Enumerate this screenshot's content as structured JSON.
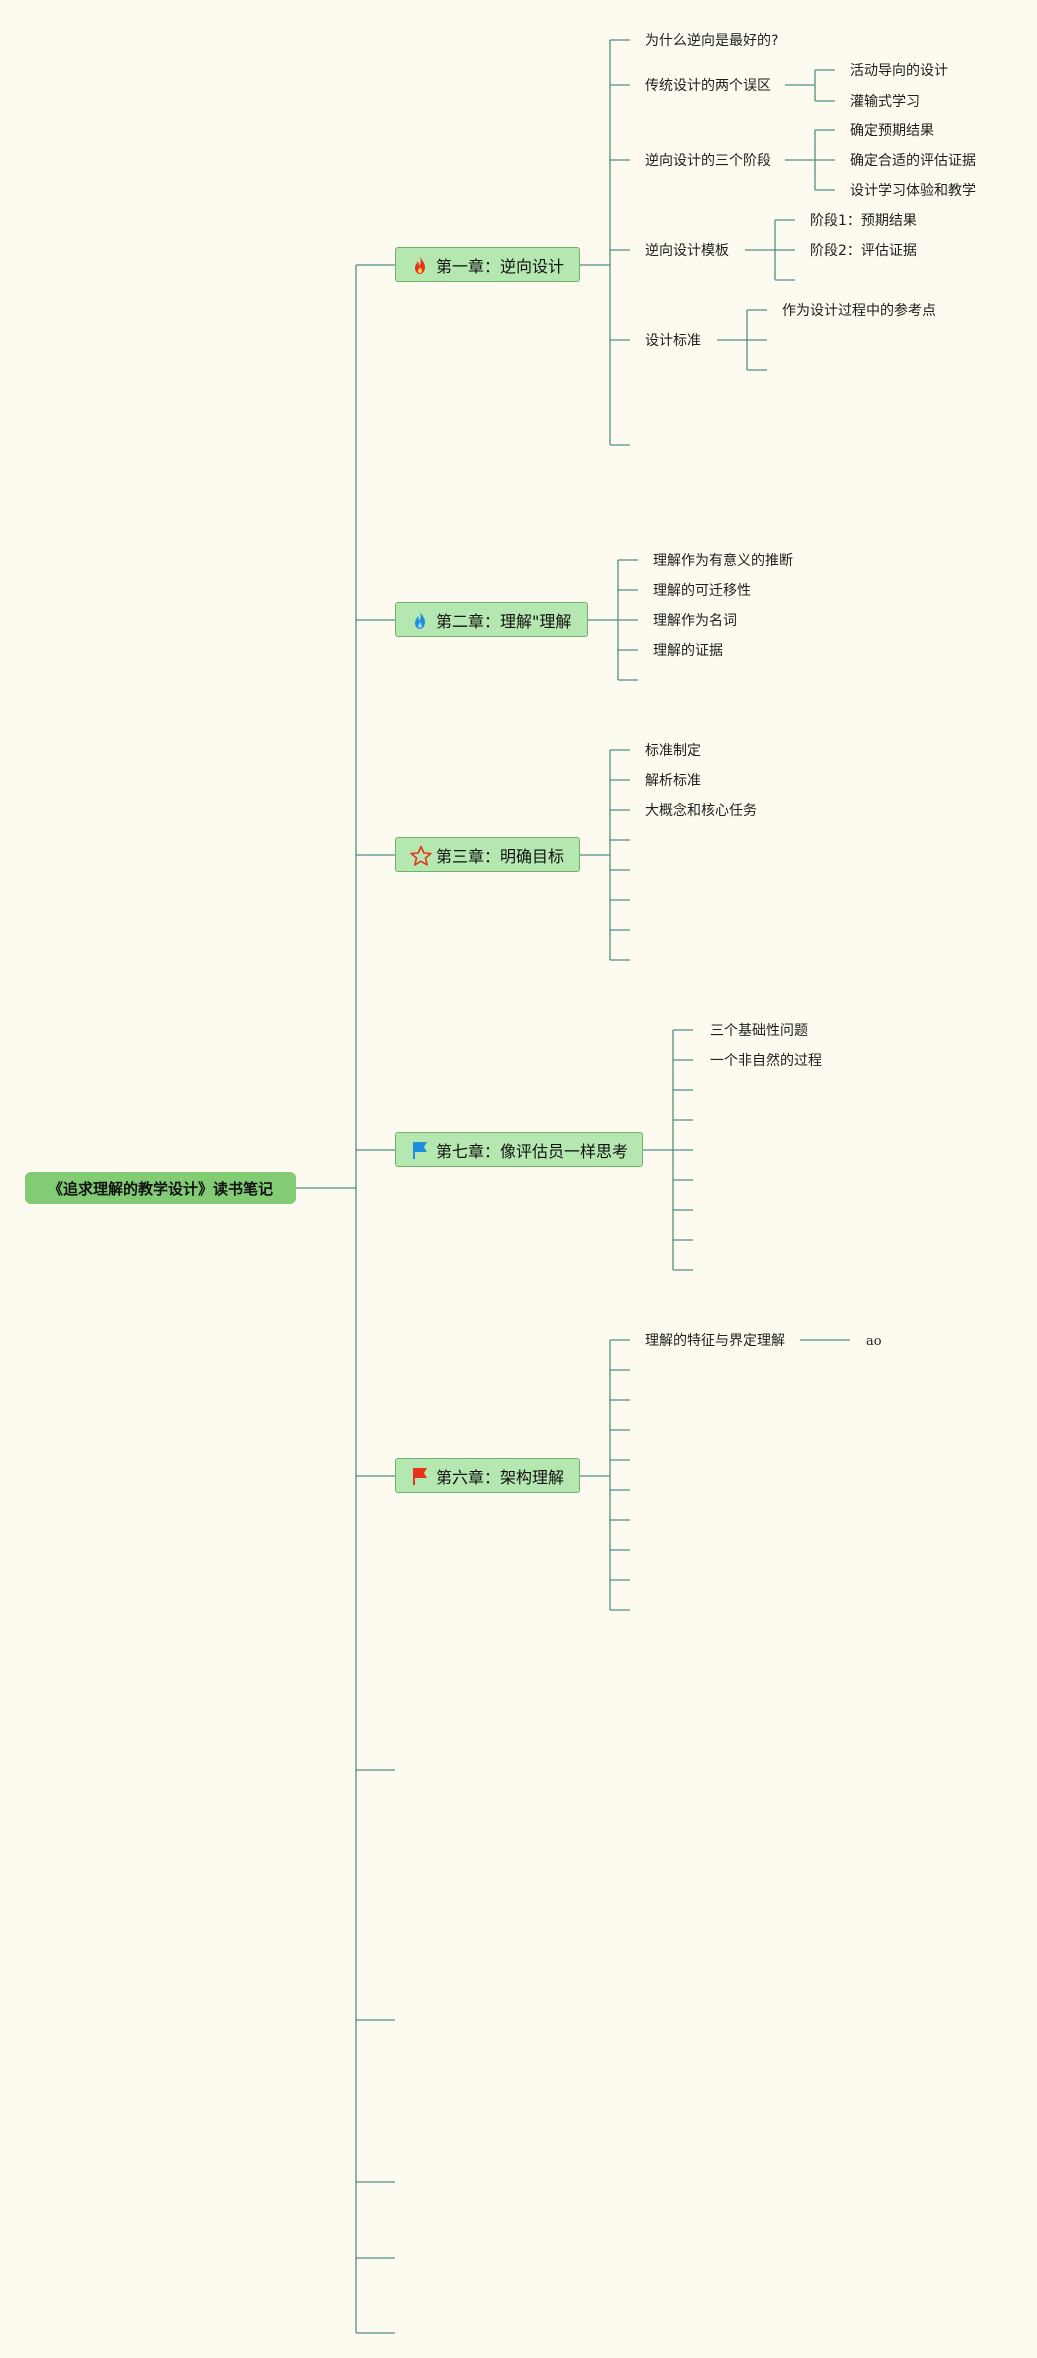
{
  "root": {
    "title": "《追求理解的教学设计》读书笔记"
  },
  "chapters": [
    {
      "title": "第一章：逆向设计",
      "icon": "fire-icon",
      "icon_color": "#e8331a",
      "children": [
        {
          "label": "为什么逆向是最好的?"
        },
        {
          "label": "传统设计的两个误区",
          "children": [
            "活动导向的设计",
            "灌输式学习"
          ]
        },
        {
          "label": "逆向设计的三个阶段",
          "children": [
            "确定预期结果",
            "确定合适的评估证据",
            "设计学习体验和教学"
          ]
        },
        {
          "label": "逆向设计模板",
          "children": [
            "阶段1：预期结果",
            "阶段2：评估证据",
            ""
          ]
        },
        {
          "label": "设计标准",
          "children": [
            "作为设计过程中的参考点",
            "",
            ""
          ]
        },
        {
          "label": ""
        }
      ]
    },
    {
      "title": "第二章：理解\"理解",
      "icon": "water-drop-icon",
      "icon_color": "#1e8fe0",
      "children": [
        {
          "label": "理解作为有意义的推断"
        },
        {
          "label": "理解的可迁移性"
        },
        {
          "label": "理解作为名词"
        },
        {
          "label": "理解的证据"
        },
        {
          "label": ""
        }
      ]
    },
    {
      "title": "第三章：明确目标",
      "icon": "star-icon",
      "icon_color": "#e8331a",
      "children": [
        {
          "label": "标准制定"
        },
        {
          "label": "解析标准"
        },
        {
          "label": "大概念和核心任务"
        },
        {
          "label": ""
        },
        {
          "label": ""
        },
        {
          "label": ""
        },
        {
          "label": ""
        },
        {
          "label": ""
        }
      ]
    },
    {
      "title": "第七章：像评估员一样思考",
      "icon": "flag-icon",
      "icon_color": "#1e8fe0",
      "children": [
        {
          "label": "三个基础性问题"
        },
        {
          "label": "一个非自然的过程"
        },
        {
          "label": ""
        },
        {
          "label": ""
        },
        {
          "label": ""
        },
        {
          "label": ""
        },
        {
          "label": ""
        },
        {
          "label": ""
        },
        {
          "label": ""
        }
      ]
    },
    {
      "title": "第六章：架构理解",
      "icon": "flag-icon",
      "icon_color": "#e8331a",
      "children": [
        {
          "label": "理解的特征与界定理解",
          "children": [
            "ao"
          ]
        },
        {
          "label": ""
        },
        {
          "label": ""
        },
        {
          "label": ""
        },
        {
          "label": ""
        },
        {
          "label": ""
        },
        {
          "label": ""
        },
        {
          "label": ""
        },
        {
          "label": ""
        },
        {
          "label": ""
        }
      ]
    }
  ],
  "empty_root_branches": 5,
  "colors": {
    "line": "#4f8f86",
    "sub_line": "#8fbf9c",
    "root_bg": "#82cc74",
    "chapter_bg": "#b5e8b1",
    "background": "#fdfbf0"
  }
}
